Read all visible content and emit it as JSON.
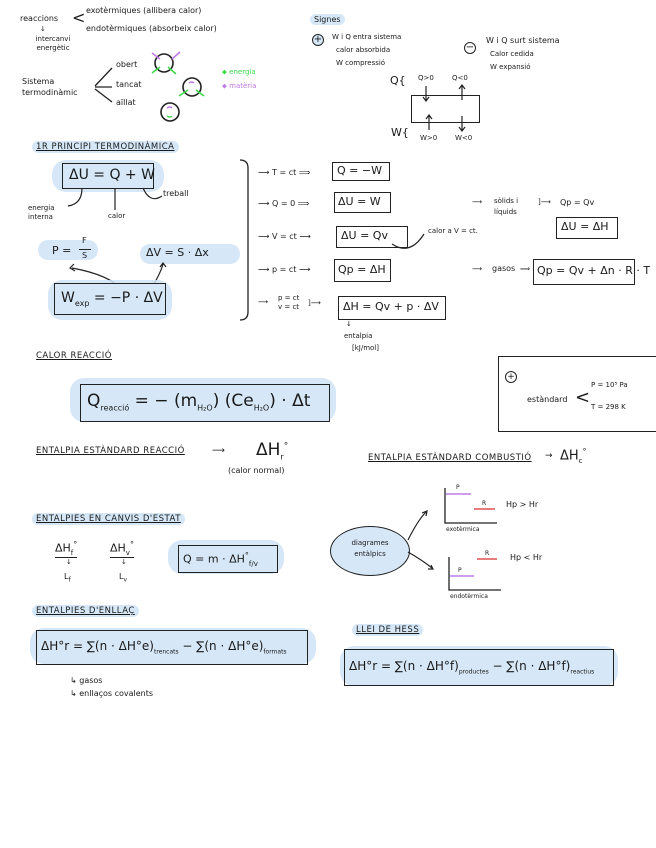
{
  "top": {
    "reaccions": "reaccions",
    "exo": "exotèrmiques (allibera calor)",
    "endo": "endotèrmiques (absorbeix calor)",
    "intercanvi": "intercanvi energètic",
    "sistema": "Sistema termodinàmic",
    "types": [
      "obert",
      "tancat",
      "aïllat"
    ],
    "legend_energia": "energia",
    "legend_materia": "matèria"
  },
  "signes": {
    "title": "Signes",
    "plus_symbol": "+",
    "plus_lines": [
      "W i Q entra sistema",
      "calor absorbida",
      "W compressió"
    ],
    "minus_symbol": "−",
    "minus_lines": [
      "W i Q surt sistema",
      "Calor cedida",
      "W expansió"
    ],
    "q_label": "Q{",
    "q_pos": "Q>0",
    "q_neg": "Q<0",
    "w_label": "W{",
    "w_pos": "W>0",
    "w_neg": "W<0"
  },
  "principi": {
    "title": "1r principi termodinàmica",
    "main_eq": "ΔU = Q + W",
    "lbl_energia": "energia interna",
    "lbl_calor": "calor",
    "lbl_treball": "treball",
    "p_eq_num": "F",
    "p_eq_lhs": "P =",
    "p_eq_den": "S",
    "dv_eq": "ΔV = S · Δx",
    "wexp_eq": "W",
    "wexp_sub": "exp",
    "wexp_rhs": " = −P · ΔV",
    "cases": [
      {
        "cond": "T = ct",
        "eq": "Q = −W"
      },
      {
        "cond": "Q = 0",
        "eq": "ΔU = W"
      },
      {
        "cond": "V = ct",
        "eq": "ΔU = Qv"
      },
      {
        "cond": "p = ct",
        "eq": "Qp = ΔH"
      },
      {
        "cond": "p = ct\nv = ct",
        "eq": "ΔH = Qv + p · ΔV"
      }
    ],
    "calor_v": "calor a V = ct.",
    "entalpia": "entalpia",
    "unit": "[kJ/mol]",
    "solids": "sòlids i líquids",
    "solids_eq": "Qp = Qv",
    "solids_box": "ΔU = ΔH",
    "gasos": "gasos",
    "gasos_eq": "Qp = Qv + Δn · R · T"
  },
  "calor_reaccio": {
    "title": "Calor reacció",
    "eq_q": "Q",
    "eq_sub": "reacció",
    "eq_rhs": " = − (m",
    "h2o1": "H₂O",
    "mid": ") (Ce",
    "h2o2": "H₂O",
    "end": ") · Δt"
  },
  "estandard": {
    "symbol": "+",
    "label": "estàndard",
    "p": "P = 10⁵ Pa",
    "t": "T = 298 K"
  },
  "entalpia_reaccio": {
    "title": "Entalpia estàndard reacció",
    "symbol": "ΔH",
    "sub": "r",
    "sup": "°",
    "note": "(calor normal)"
  },
  "entalpia_combustio": {
    "title": "Entalpia estàndard combustió",
    "symbol": "ΔH",
    "sub": "c",
    "sup": "°"
  },
  "canvis_estat": {
    "title": "Entalpies en canvis d'estat",
    "hf": "ΔH",
    "hf_sub": "f",
    "hv": "ΔH",
    "hv_sub": "v",
    "lf": "L",
    "lf_sub": "f",
    "lv": "L",
    "lv_sub": "v",
    "eq": "Q = m · ΔH",
    "eq_sub": "f/v",
    "eq_sup": "°"
  },
  "diagrames": {
    "bubble": "diagrames entàlpics",
    "exo_caption": "exotèrmica",
    "endo_caption": "endotèrmica",
    "exo_rel": "Hp > Hr",
    "endo_rel": "Hp < Hr",
    "p": "P",
    "r": "R",
    "p_color": "#c07be8",
    "r_color": "#e05050"
  },
  "enllac": {
    "title": "Entalpies d'enllaç",
    "eq_lhs": "ΔH°r = ∑(n · ΔH°e)",
    "sub1": "trencats",
    "eq_mid": " − ∑(n · ΔH°e)",
    "sub2": "formats",
    "note1": "gasos",
    "note2": "enllaços covalents"
  },
  "hess": {
    "title": "Llei de Hess",
    "eq_lhs": "ΔH°r = ∑(n · ΔH°f)",
    "sub1": "productes",
    "eq_mid": " − ∑(n · ΔH°f)",
    "sub2": "reactius"
  },
  "colors": {
    "highlight": "#d6e8f8",
    "energia": "#3cd94a",
    "materia": "#c07be8",
    "ink": "#1a1a1a"
  }
}
